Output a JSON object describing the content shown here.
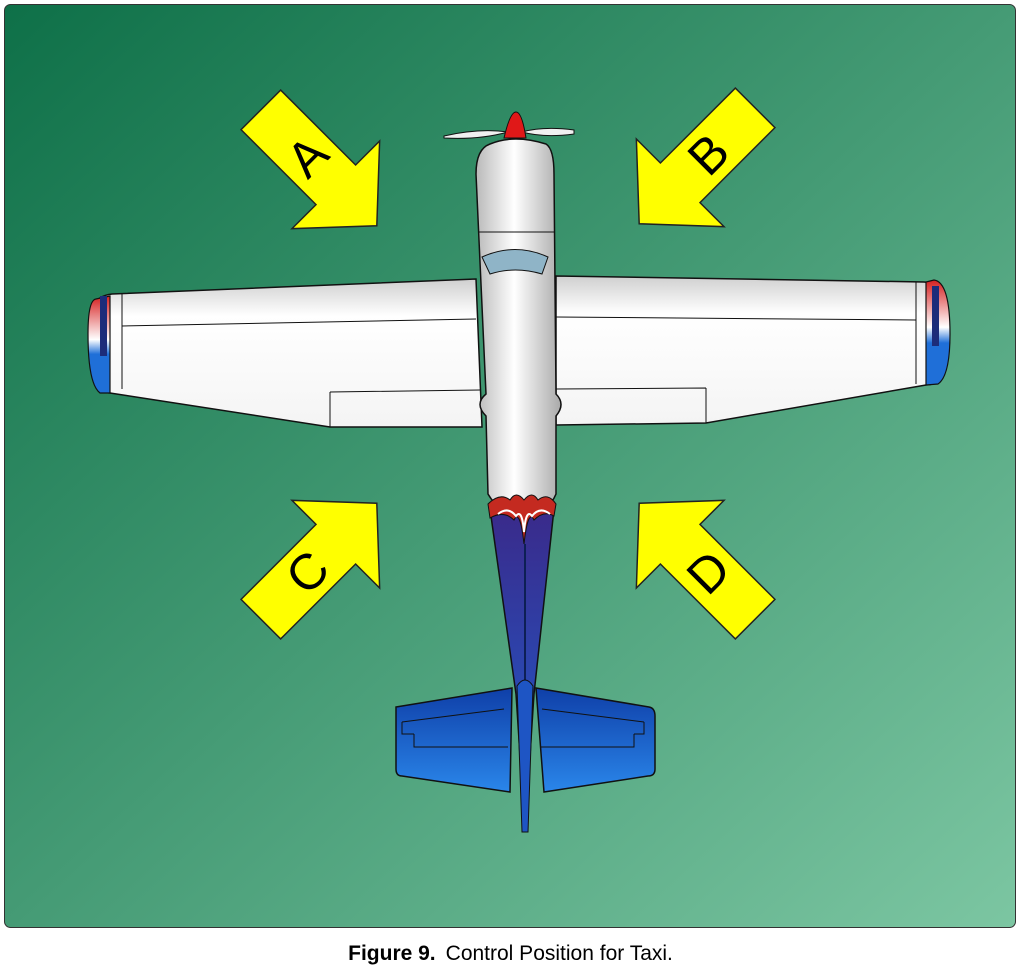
{
  "figure": {
    "label": "Figure 9.",
    "title": "Control Position for Taxi."
  },
  "arrows": [
    {
      "id": "A",
      "letter": "A",
      "points_toward": "down-right"
    },
    {
      "id": "B",
      "letter": "B",
      "points_toward": "down-left"
    },
    {
      "id": "C",
      "letter": "C",
      "points_toward": "up-right"
    },
    {
      "id": "D",
      "letter": "D",
      "points_toward": "up-left"
    }
  ],
  "colors": {
    "background_dark": "#0e7048",
    "background_light": "#7cc6a2",
    "arrow_fill": "#ffff00",
    "fuselage": "#e8e8e8",
    "tail_blue": "#1a5fd0",
    "rudder_stripe": "#d62020",
    "spinner": "#e01818"
  }
}
